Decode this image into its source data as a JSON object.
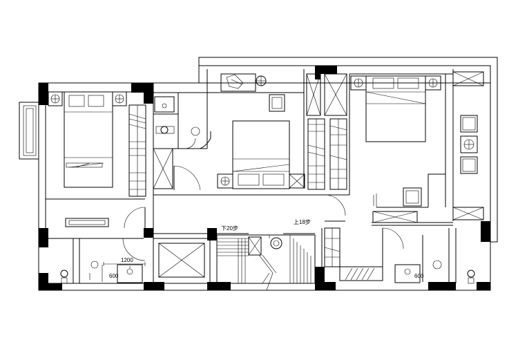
{
  "annotations": {
    "stair_down": "下20步",
    "stair_up": "上18步"
  },
  "dimensions": {
    "left_bath_width": "1200",
    "left_bath_depth": "600",
    "right_bath_depth": "600"
  }
}
